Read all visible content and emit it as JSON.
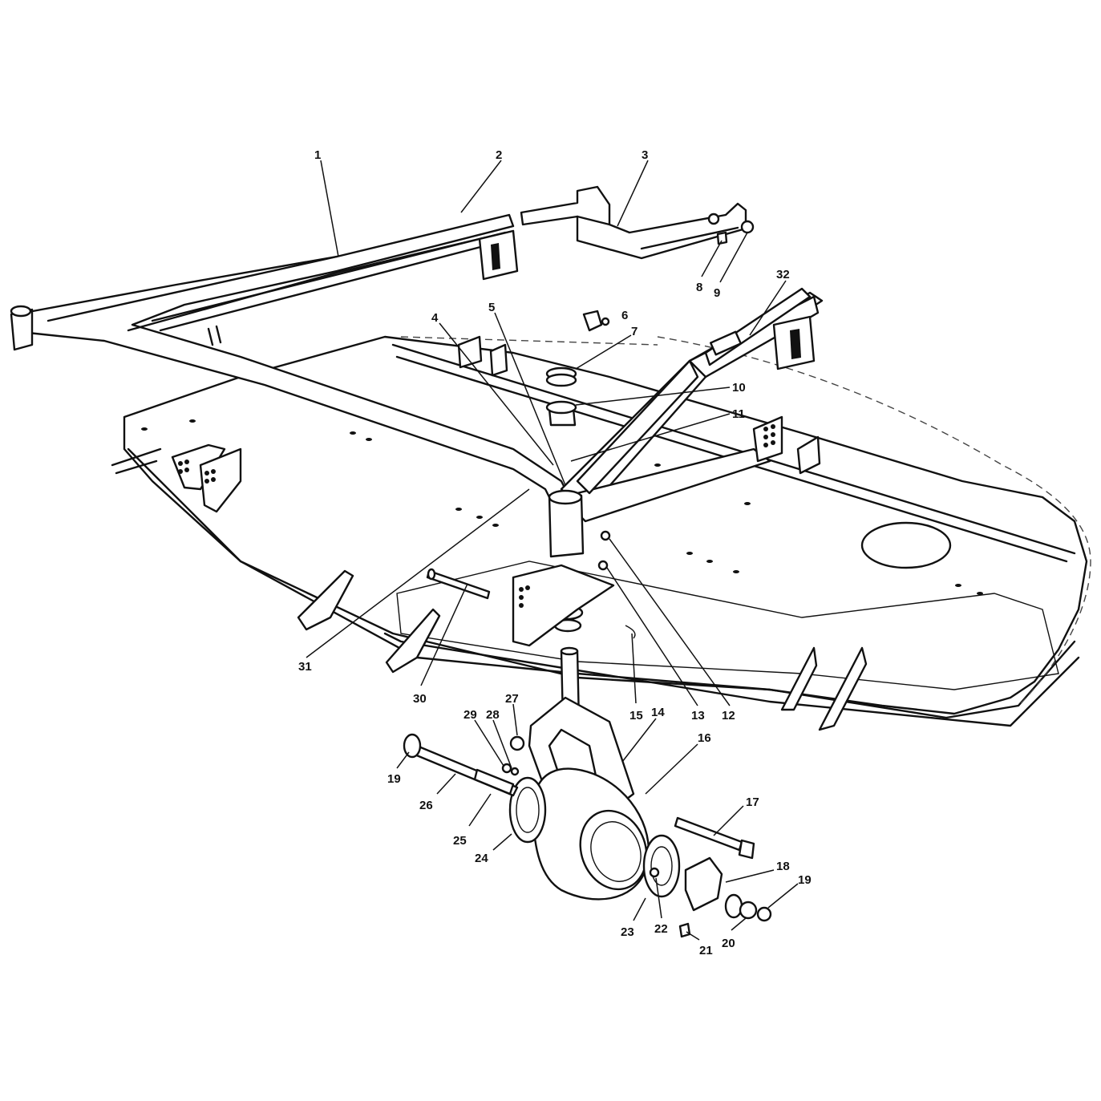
{
  "callouts": [
    {
      "label": "1"
    },
    {
      "label": "2"
    },
    {
      "label": "3"
    },
    {
      "label": "4"
    },
    {
      "label": "5"
    },
    {
      "label": "6"
    },
    {
      "label": "7"
    },
    {
      "label": "8"
    },
    {
      "label": "9"
    },
    {
      "label": "10"
    },
    {
      "label": "11"
    },
    {
      "label": "12"
    },
    {
      "label": "13"
    },
    {
      "label": "14"
    },
    {
      "label": "15"
    },
    {
      "label": "16"
    },
    {
      "label": "17"
    },
    {
      "label": "18"
    },
    {
      "label": "19"
    },
    {
      "label": "19"
    },
    {
      "label": "20"
    },
    {
      "label": "21"
    },
    {
      "label": "22"
    },
    {
      "label": "23"
    },
    {
      "label": "24"
    },
    {
      "label": "25"
    },
    {
      "label": "26"
    },
    {
      "label": "27"
    },
    {
      "label": "28"
    },
    {
      "label": "29"
    },
    {
      "label": "30"
    },
    {
      "label": "31"
    },
    {
      "label": "32"
    }
  ]
}
